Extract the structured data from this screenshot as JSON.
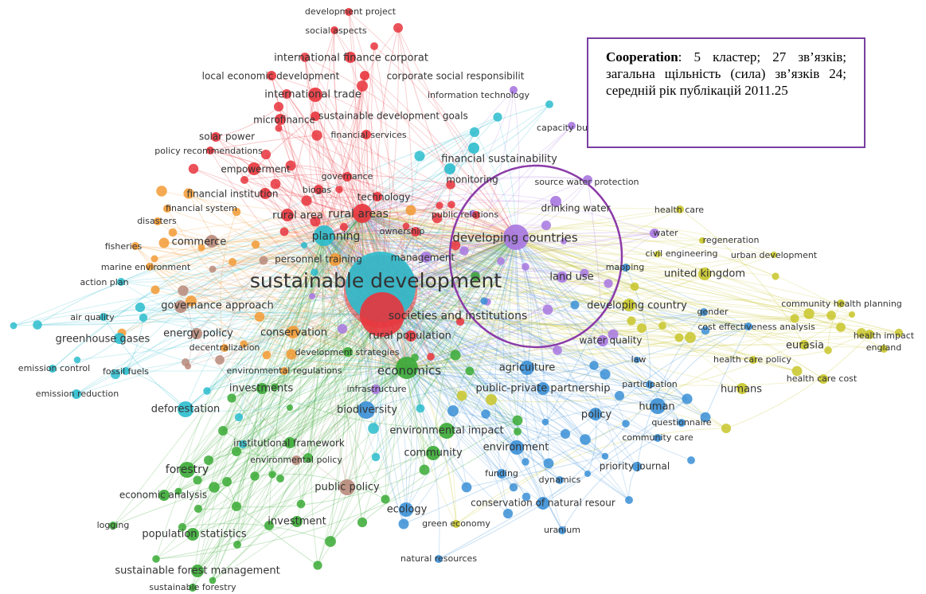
{
  "info_box": {
    "title": "Cooperation",
    "text": ": 5 кластер; 27 зв’язків; загальна щільність (сила) зв’язків 24; середній рік публікацій 2011.25"
  },
  "clusters": {
    "red": "#e8343c",
    "green": "#3aaa35",
    "blue": "#3a8fd6",
    "yellow": "#c8c62a",
    "purple": "#a777e0",
    "cyan": "#2bbccd",
    "orange": "#f29a34",
    "brown": "#b88a7a"
  },
  "highlight_color": "#8b3aa8",
  "nodes": [
    {
      "label": "sustainable development",
      "c": "cyan"
    },
    {
      "label": "societies and institutions",
      "c": "red"
    },
    {
      "label": "developing countries",
      "c": "purple"
    },
    {
      "label": "economics",
      "c": "green"
    },
    {
      "label": "rural areas",
      "c": "red"
    },
    {
      "label": "planning",
      "c": "cyan"
    },
    {
      "label": "international trade",
      "c": "red"
    },
    {
      "label": "international finance corporat",
      "c": "red"
    },
    {
      "label": "development project",
      "c": "red"
    },
    {
      "label": "social aspects",
      "c": "red"
    },
    {
      "label": "local economic development",
      "c": "red"
    },
    {
      "label": "corporate social responsibilit",
      "c": "red"
    },
    {
      "label": "information technology",
      "c": "purple"
    },
    {
      "label": "microfinance",
      "c": "red"
    },
    {
      "label": "sustainable development goals",
      "c": "red"
    },
    {
      "label": "solar power",
      "c": "red"
    },
    {
      "label": "financial services",
      "c": "red"
    },
    {
      "label": "capacity bu",
      "c": "purple"
    },
    {
      "label": "policy recommendations",
      "c": "red"
    },
    {
      "label": "financial sustainability",
      "c": "cyan"
    },
    {
      "label": "empowerment",
      "c": "red"
    },
    {
      "label": "governance",
      "c": "red"
    },
    {
      "label": "monitoring",
      "c": "cyan"
    },
    {
      "label": "source water protection",
      "c": "purple"
    },
    {
      "label": "financial institution",
      "c": "red"
    },
    {
      "label": "biogas",
      "c": "red"
    },
    {
      "label": "technology",
      "c": "red"
    },
    {
      "label": "drinking water",
      "c": "purple"
    },
    {
      "label": "health care",
      "c": "yellow"
    },
    {
      "label": "financial system",
      "c": "orange"
    },
    {
      "label": "rural area",
      "c": "red"
    },
    {
      "label": "public relations",
      "c": "red"
    },
    {
      "label": "water",
      "c": "purple"
    },
    {
      "label": "regeneration",
      "c": "yellow"
    },
    {
      "label": "disasters",
      "c": "orange"
    },
    {
      "label": "commerce",
      "c": "brown"
    },
    {
      "label": "ownership",
      "c": "red"
    },
    {
      "label": "civil engineering",
      "c": "yellow"
    },
    {
      "label": "urban development",
      "c": "yellow"
    },
    {
      "label": "fisheries",
      "c": "orange"
    },
    {
      "label": "personnel training",
      "c": "orange"
    },
    {
      "label": "management",
      "c": "purple"
    },
    {
      "label": "mapping",
      "c": "blue"
    },
    {
      "label": "marine environment",
      "c": "orange"
    },
    {
      "label": "united kingdom",
      "c": "yellow"
    },
    {
      "label": "action plan",
      "c": "cyan"
    },
    {
      "label": "land use",
      "c": "purple"
    },
    {
      "label": "community health planning",
      "c": "yellow"
    },
    {
      "label": "governance approach",
      "c": "brown"
    },
    {
      "label": "developing country",
      "c": "yellow"
    },
    {
      "label": "gender",
      "c": "blue"
    },
    {
      "label": "air quality",
      "c": "cyan"
    },
    {
      "label": "cost effectiveness analysis",
      "c": "blue"
    },
    {
      "label": "health impact",
      "c": "yellow"
    },
    {
      "label": "greenhouse gases",
      "c": "cyan"
    },
    {
      "label": "energy policy",
      "c": "brown"
    },
    {
      "label": "conservation",
      "c": "orange"
    },
    {
      "label": "rural population",
      "c": "red"
    },
    {
      "label": "water quality",
      "c": "purple"
    },
    {
      "label": "eurasia",
      "c": "yellow"
    },
    {
      "label": "england",
      "c": "yellow"
    },
    {
      "label": "decentralization",
      "c": "orange"
    },
    {
      "label": "development strategies",
      "c": "green"
    },
    {
      "label": "health care policy",
      "c": "yellow"
    },
    {
      "label": "law",
      "c": "blue"
    },
    {
      "label": "emission control",
      "c": "cyan"
    },
    {
      "label": "fossil fuels",
      "c": "cyan"
    },
    {
      "label": "environmental regulations",
      "c": "orange"
    },
    {
      "label": "agriculture",
      "c": "blue"
    },
    {
      "label": "health care cost",
      "c": "yellow"
    },
    {
      "label": "emission reduction",
      "c": "cyan"
    },
    {
      "label": "investments",
      "c": "green"
    },
    {
      "label": "infrastructure",
      "c": "purple"
    },
    {
      "label": "public-private partnership",
      "c": "blue"
    },
    {
      "label": "participation",
      "c": "blue"
    },
    {
      "label": "humans",
      "c": "yellow"
    },
    {
      "label": "deforestation",
      "c": "cyan"
    },
    {
      "label": "biodiversity",
      "c": "blue"
    },
    {
      "label": "policy",
      "c": "blue"
    },
    {
      "label": "human",
      "c": "blue"
    },
    {
      "label": "questionnaire",
      "c": "blue"
    },
    {
      "label": "environmental impact",
      "c": "green"
    },
    {
      "label": "community care",
      "c": "blue"
    },
    {
      "label": "institutional framework",
      "c": "green"
    },
    {
      "label": "environment",
      "c": "blue"
    },
    {
      "label": "community",
      "c": "green"
    },
    {
      "label": "environmental policy",
      "c": "brown"
    },
    {
      "label": "forestry",
      "c": "green"
    },
    {
      "label": "priority journal",
      "c": "blue"
    },
    {
      "label": "funding",
      "c": "blue"
    },
    {
      "label": "dynamics",
      "c": "blue"
    },
    {
      "label": "public policy",
      "c": "brown"
    },
    {
      "label": "economic analysis",
      "c": "green"
    },
    {
      "label": "conservation of natural resour",
      "c": "blue"
    },
    {
      "label": "ecology",
      "c": "blue"
    },
    {
      "label": "investment",
      "c": "green"
    },
    {
      "label": "logging",
      "c": "green"
    },
    {
      "label": "green economy",
      "c": "yellow"
    },
    {
      "label": "uranium",
      "c": "blue"
    },
    {
      "label": "population statistics",
      "c": "green"
    },
    {
      "label": "natural resources",
      "c": "blue"
    },
    {
      "label": "sustainable forest management",
      "c": "green"
    },
    {
      "label": "sustainable forestry",
      "c": "green"
    }
  ]
}
